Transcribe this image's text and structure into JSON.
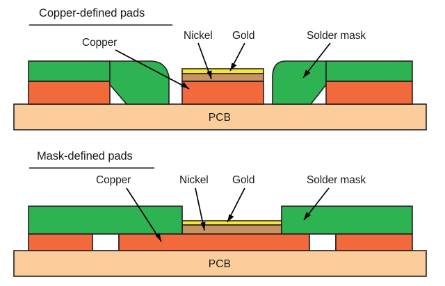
{
  "figure": {
    "description": "Cross-section comparison of PCB pad constructions",
    "background": "#ffffff"
  },
  "colors": {
    "solder_mask_green": "#2eb352",
    "copper_orange": "#f26a3c",
    "nickel_tan": "#c69361",
    "gold_yellow": "#f5e632",
    "pcb_tan": "#fbcd9b",
    "outline": "#231f20",
    "leader_line": "#000000",
    "text": "#1a1a1a"
  },
  "panels": [
    {
      "id": "copper-defined",
      "title": "Copper-defined pads",
      "substrate_label": "PCB",
      "callouts": [
        {
          "id": "copper",
          "label": "Copper"
        },
        {
          "id": "nickel",
          "label": "Nickel"
        },
        {
          "id": "gold",
          "label": "Gold"
        },
        {
          "id": "solder-mask",
          "label": "Solder mask"
        }
      ]
    },
    {
      "id": "mask-defined",
      "title": "Mask-defined pads",
      "substrate_label": "PCB",
      "callouts": [
        {
          "id": "copper",
          "label": "Copper"
        },
        {
          "id": "nickel",
          "label": "Nickel"
        },
        {
          "id": "gold",
          "label": "Gold"
        },
        {
          "id": "solder-mask",
          "label": "Solder mask"
        }
      ]
    }
  ],
  "legend_materials": [
    {
      "name": "Solder mask",
      "color": "#2eb352"
    },
    {
      "name": "Copper",
      "color": "#f26a3c"
    },
    {
      "name": "Nickel",
      "color": "#c69361"
    },
    {
      "name": "Gold",
      "color": "#f5e632"
    },
    {
      "name": "PCB",
      "color": "#fbcd9b"
    }
  ]
}
